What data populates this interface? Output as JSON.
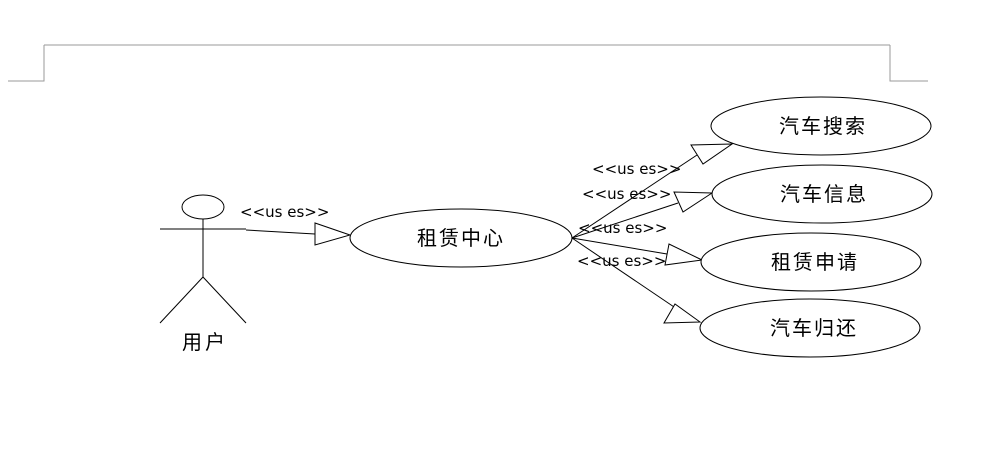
{
  "actor": {
    "label": "用户"
  },
  "hub": {
    "label": "租赁中心"
  },
  "actor_link": {
    "label": "<<us es>>"
  },
  "use_cases": [
    {
      "label": "汽车搜索",
      "link_label": "<<us es>>"
    },
    {
      "label": "汽车信息",
      "link_label": "<<us es>>"
    },
    {
      "label": "租赁申请",
      "link_label": "<<us es>>"
    },
    {
      "label": "汽车归还",
      "link_label": "<<us es>>"
    }
  ]
}
